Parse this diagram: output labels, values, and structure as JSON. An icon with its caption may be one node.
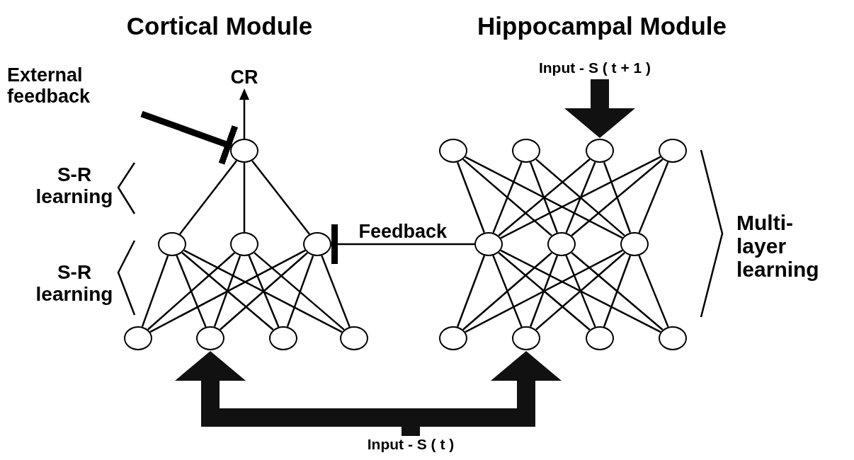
{
  "diagram": {
    "nodes": [
      {
        "text": [
          "External feedback"
        ]
      },
      {
        "text": [
          "CR"
        ]
      },
      {
        "text": [
          "Input - S ( t + 1 )"
        ]
      },
      {
        "text": [],
        "shape": "circle"
      },
      {
        "text": [],
        "shape": "circle"
      },
      {
        "text": [],
        "shape": "circle"
      },
      {
        "text": [],
        "shape": "circle"
      },
      {
        "text": [],
        "shape": "circle"
      },
      {
        "text": [],
        "shape": "circle"
      },
      {
        "text": [],
        "shape": "circle"
      },
      {
        "text": [],
        "shape": "circle"
      },
      {
        "text": [],
        "shape": "circle"
      },
      {
        "text": [],
        "shape": "circle"
      },
      {
        "text": [],
        "shape": "circle"
      },
      {
        "text": [],
        "shape": "circle"
      },
      {
        "text": [],
        "shape": "circle"
      },
      {
        "text": [],
        "shape": "circle"
      },
      {
        "text": [],
        "shape": "circle"
      },
      {
        "text": [],
        "shape": "circle"
      },
      {
        "text": [],
        "shape": "circle"
      },
      {
        "text": [],
        "shape": "circle"
      },
      {
        "text": [],
        "shape": "circle"
      },
      {
        "text": [
          "Input - S ( t )"
        ]
      }
    ],
    "edges": [
      {
        "from": 3,
        "to": 1,
        "arrow": "to"
      },
      {
        "from": 0,
        "to": 3,
        "arrow": "other",
        "style": "thick"
      },
      {
        "from": 2,
        "to": 6,
        "arrow": "to",
        "style": "thick"
      },
      {
        "from": 8,
        "to": 3,
        "arrow": "none"
      },
      {
        "from": 9,
        "to": 3,
        "arrow": "none"
      },
      {
        "from": 10,
        "to": 3,
        "arrow": "none"
      },
      {
        "from": 14,
        "to": 8,
        "arrow": "none"
      },
      {
        "from": 14,
        "to": 9,
        "arrow": "none"
      },
      {
        "from": 14,
        "to": 10,
        "arrow": "none"
      },
      {
        "from": 15,
        "to": 8,
        "arrow": "none"
      },
      {
        "from": 15,
        "to": 9,
        "arrow": "none"
      },
      {
        "from": 15,
        "to": 10,
        "arrow": "none"
      },
      {
        "from": 16,
        "to": 8,
        "arrow": "none"
      },
      {
        "from": 16,
        "to": 9,
        "arrow": "none"
      },
      {
        "from": 16,
        "to": 10,
        "arrow": "none"
      },
      {
        "from": 17,
        "to": 8,
        "arrow": "none"
      },
      {
        "from": 17,
        "to": 9,
        "arrow": "none"
      },
      {
        "from": 17,
        "to": 10,
        "arrow": "none"
      },
      {
        "from": 4,
        "to": 11,
        "arrow": "none"
      },
      {
        "from": 4,
        "to": 12,
        "arrow": "none"
      },
      {
        "from": 4,
        "to": 13,
        "arrow": "none"
      },
      {
        "from": 5,
        "to": 11,
        "arrow": "none"
      },
      {
        "from": 5,
        "to": 12,
        "arrow": "none"
      },
      {
        "from": 5,
        "to": 13,
        "arrow": "none"
      },
      {
        "from": 6,
        "to": 11,
        "arrow": "none"
      },
      {
        "from": 6,
        "to": 12,
        "arrow": "none"
      },
      {
        "from": 6,
        "to": 13,
        "arrow": "none"
      },
      {
        "from": 7,
        "to": 11,
        "arrow": "none"
      },
      {
        "from": 7,
        "to": 12,
        "arrow": "none"
      },
      {
        "from": 7,
        "to": 13,
        "arrow": "none"
      },
      {
        "from": 11,
        "to": 18,
        "arrow": "none"
      },
      {
        "from": 11,
        "to": 19,
        "arrow": "none"
      },
      {
        "from": 11,
        "to": 20,
        "arrow": "none"
      },
      {
        "from": 11,
        "to": 21,
        "arrow": "none"
      },
      {
        "from": 12,
        "to": 18,
        "arrow": "none"
      },
      {
        "from": 12,
        "to": 19,
        "arrow": "none"
      },
      {
        "from": 12,
        "to": 20,
        "arrow": "none"
      },
      {
        "from": 12,
        "to": 21,
        "arrow": "none"
      },
      {
        "from": 13,
        "to": 18,
        "arrow": "none"
      },
      {
        "from": 13,
        "to": 19,
        "arrow": "none"
      },
      {
        "from": 13,
        "to": 20,
        "arrow": "none"
      },
      {
        "from": 13,
        "to": 21,
        "arrow": "none"
      },
      {
        "from": 11,
        "to": 10,
        "label": "Feedback",
        "arrow": "other"
      },
      {
        "from": 22,
        "to": 15,
        "arrow": "to",
        "style": "thick"
      },
      {
        "from": 22,
        "to": 19,
        "arrow": "to",
        "style": "thick"
      }
    ],
    "labels": [
      "Cortical Module",
      "Hippocampal Module",
      "S-R learning",
      "S-R learning",
      "Multi-layer learning"
    ]
  }
}
